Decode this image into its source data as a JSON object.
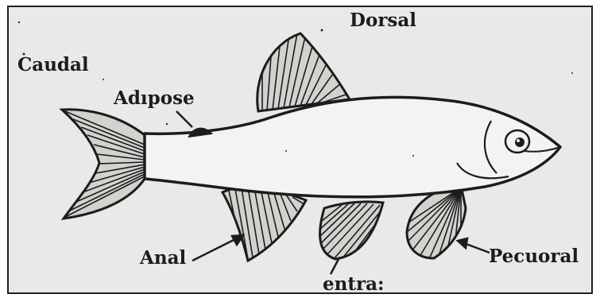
{
  "labels": {
    "dorsal": "Dorsal",
    "caudal": "Caudal",
    "adipose": "Adıpose",
    "anal": "Anal",
    "ventral": "entra:",
    "pectoral": "Pecuoral"
  },
  "colors": {
    "background": "#ffffff",
    "paper": "#e9e9e7",
    "ink": "#1c1c1c",
    "fin_fill": "#d2d2cf"
  }
}
